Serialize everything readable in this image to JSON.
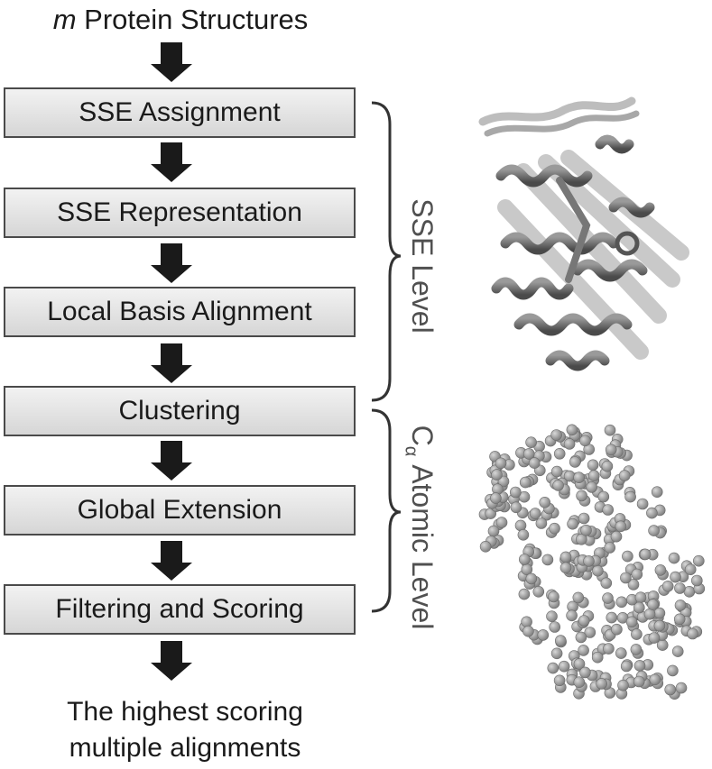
{
  "title": {
    "italic": "m",
    "rest": " Protein Structures"
  },
  "steps": [
    "SSE Assignment",
    "SSE Representation",
    "Local Basis Alignment",
    "Clustering",
    "Global Extension",
    "Filtering and Scoring"
  ],
  "output": {
    "line1": "The highest scoring",
    "line2": "multiple alignments"
  },
  "levels": {
    "sse": "SSE Level",
    "atomic_prefix": "C",
    "atomic_subscript": "α",
    "atomic_suffix": " Atomic Level"
  }
}
